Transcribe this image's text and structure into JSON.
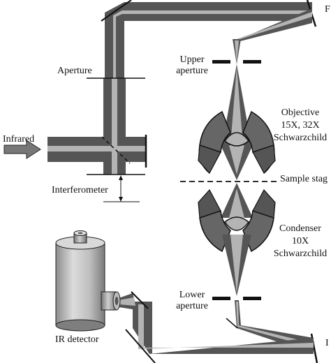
{
  "labels": {
    "top_right_edge": "F",
    "aperture": "Aperture",
    "infrared": "Infrared",
    "interferometer": "Interferometer",
    "upper_aperture_1": "Upper",
    "upper_aperture_2": "aperture",
    "objective_1": "Objective",
    "objective_2": "15X, 32X",
    "objective_3": "Schwarzchild",
    "sample_stage": "Sample stag",
    "condenser_1": "Condenser",
    "condenser_2": "10X",
    "condenser_3": "Schwarzchild",
    "lower_aperture_1": "Lower",
    "lower_aperture_2": "aperture",
    "ir_detector": "IR detector",
    "bottom_right_edge": "I"
  },
  "colors": {
    "beam_outer": "#555555",
    "beam_inner": "#b4b4b4",
    "metal": "#666666",
    "detector_light": "#d6d6d6",
    "detector_dark": "#8a8a8a"
  }
}
